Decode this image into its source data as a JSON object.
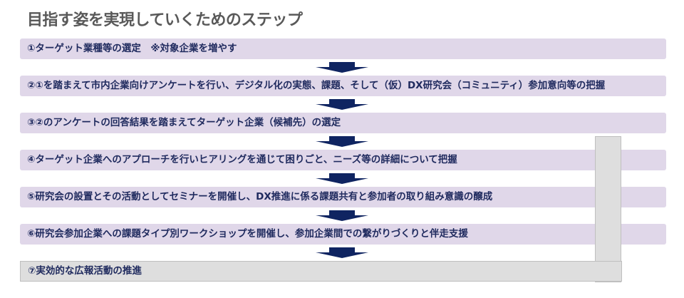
{
  "title": "目指す姿を実現していくためのステップ",
  "steps": [
    "①ターゲット業種等の選定　※対象企業を増やす",
    "②①を踏まえて市内企業向けアンケートを行い、デジタル化の実態、課題、そして（仮）DX研究会（コミュニティ）参加意向等の把握",
    "③②のアンケートの回答結果を踏まえてターゲット企業（候補先）の選定",
    "④ターゲット企業へのアプローチを行いヒアリングを通じて困りごと、ニーズ等の詳細について把握",
    "⑤研究会の設置とその活動としてセミナーを開催し、DX推進に係る課題共有と参加者の取り組み意識の醸成",
    "⑥研究会参加企業への課題タイプ別ワークショップを開催し、参加企業間での繋がりづくりと伴走支援",
    "⑦実効的な広報活動の推進"
  ],
  "colors": {
    "step_bg": "#e0d7e9",
    "text": "#1f2a5e",
    "arrow": "#0f2461",
    "loop_bg": "#dedede"
  }
}
